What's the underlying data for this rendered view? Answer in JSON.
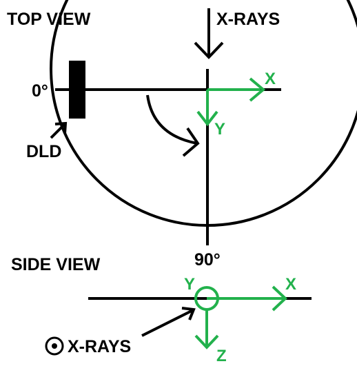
{
  "top_view": {
    "title": "TOP VIEW",
    "xrays_label": "X-RAYS",
    "angle_start_label": "0°",
    "angle_end_label": "90°",
    "detector_label": "DLD",
    "axis_x_label": "X",
    "axis_y_label": "Y"
  },
  "side_view": {
    "title": "SIDE VIEW",
    "axis_x_label": "X",
    "axis_y_label": "Y",
    "axis_z_label": "Z",
    "xrays_label": "X-RAYS"
  },
  "colors": {
    "ink": "#000000",
    "axis": "#22b14c",
    "background": "#ffffff"
  }
}
